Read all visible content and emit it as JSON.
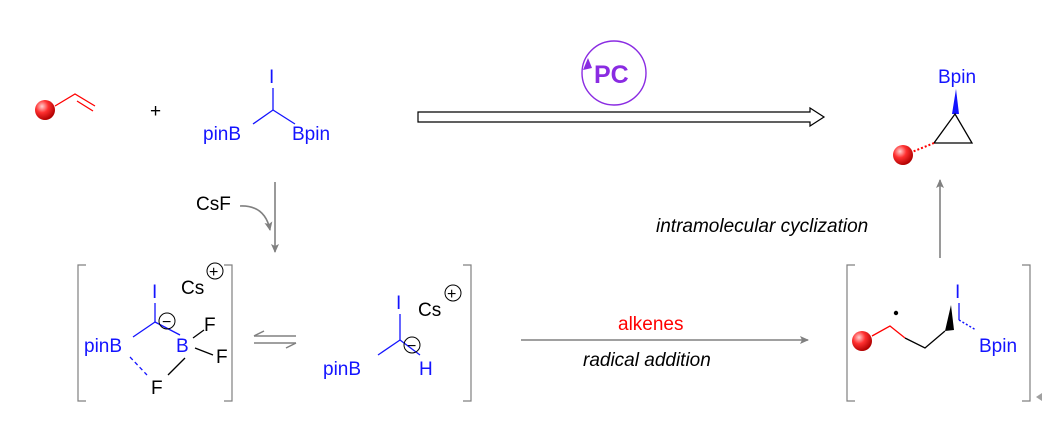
{
  "reactant": {
    "plus": "+",
    "iodo": "I",
    "pinB_left": "pinB",
    "bpin_right": "Bpin"
  },
  "catalyst": {
    "label": "PC"
  },
  "product": {
    "bpin": "Bpin"
  },
  "step_down": {
    "reagent": "CsF"
  },
  "intermediate_left": {
    "iodo": "I",
    "cs": "Cs",
    "cs_charge": "+",
    "pinB": "pinB",
    "boron": "B",
    "f_top": "F",
    "f_right": "F",
    "f_bottom": "F",
    "minus": "−"
  },
  "intermediate_middle": {
    "iodo": "I",
    "cs": "Cs",
    "cs_charge": "+",
    "pinB": "pinB",
    "h": "H",
    "minus": "−"
  },
  "arrow_addition": {
    "top_label": "alkenes",
    "bottom_label": "radical addition"
  },
  "intermediate_right": {
    "iodo": "I",
    "bpin": "Bpin"
  },
  "arrow_up": {
    "label": "intramolecular cyclization"
  },
  "colors": {
    "blue": "#1414ff",
    "red": "#ff0000",
    "purple": "#8a2be2",
    "grey": "#808080"
  }
}
